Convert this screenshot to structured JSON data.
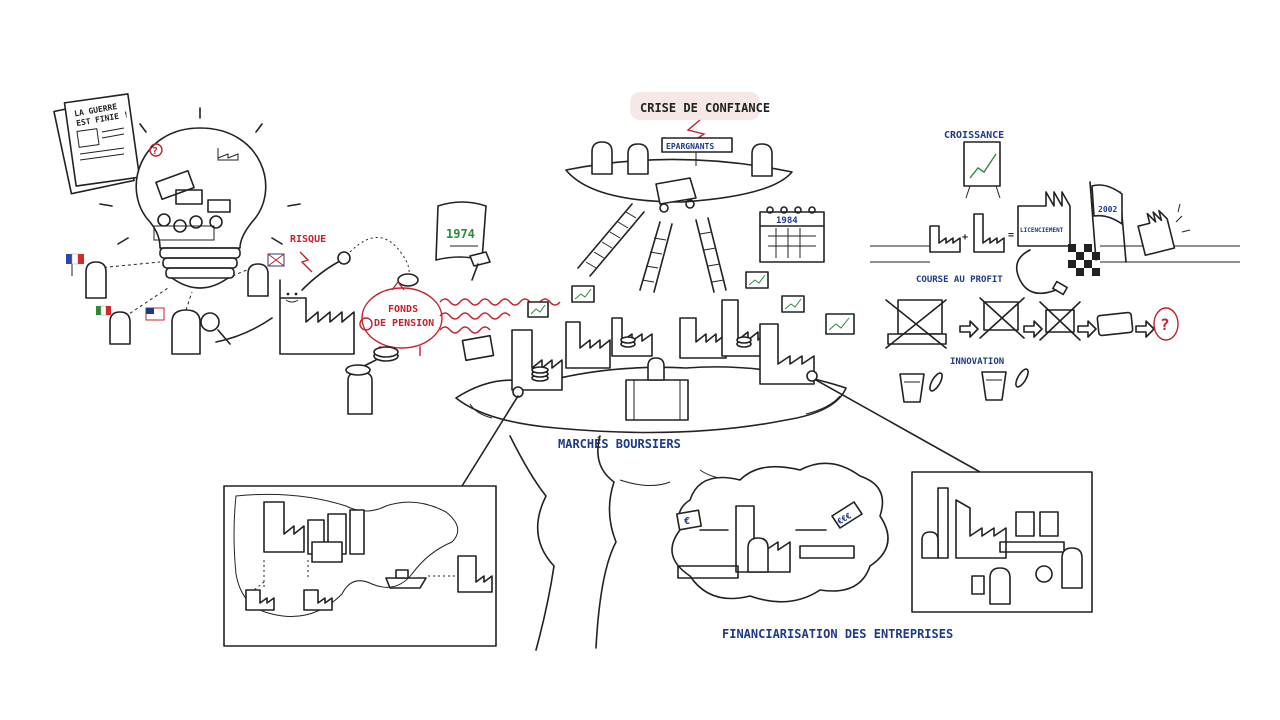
{
  "labels": {
    "newspaper": [
      "LA GUERRE",
      "EST FINIE !"
    ],
    "risk": "RISQUE",
    "pension_fund": [
      "FONDS",
      "DE PENSION"
    ],
    "scroll_year": "1974",
    "confidence_crisis": "CRISE DE CONFIANCE",
    "savers": "EPARGNANTS",
    "calendar_year": "1984",
    "stock_markets": "MARCHÉS BOURSIERS",
    "financialisation": "FINANCIARISATION  DES ENTREPRISES",
    "growth": "CROISSANCE",
    "layoffs": "LICENCIEMENT",
    "race_year": "2002",
    "profit_race": "COURSE AU PROFIT",
    "innovation": "INNOVATION",
    "question_mark": "?",
    "coin_tags": [
      "€",
      "€€€"
    ]
  },
  "colors": {
    "ink": "#222222",
    "blue": "#1d3a8a",
    "red": "#c8202b",
    "green": "#2a8c3a"
  }
}
